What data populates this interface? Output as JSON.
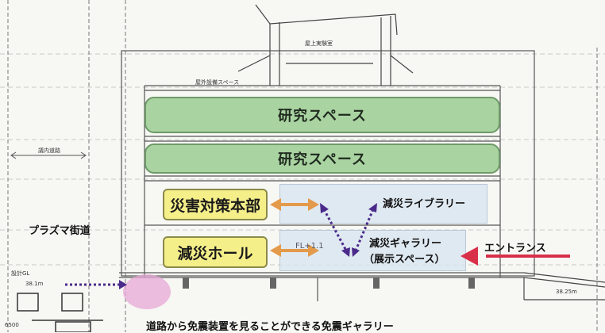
{
  "labels": {
    "rooftop_lab": "屋上実験室",
    "outdoor_equipment": "屋外設備スペース",
    "research_space_upper": "研究スペース",
    "research_space_lower": "研究スペース",
    "internal_road": "議内道路",
    "disaster_hq": "災害対策本部",
    "disaster_library": "減災ライブラリー",
    "plasma_street": "プラズマ街道",
    "disaster_hall": "減災ホール",
    "disaster_gallery": "減災ギャラリー",
    "exhibition_space": "（展示スペース）",
    "entrance": "エントランス",
    "caption": "道路から免震装置を見ることができる免震ギャラリー",
    "fl_marker": "FL+1.1",
    "level_left": "38.1m",
    "level_right": "38.25m",
    "left_small": "設計GL",
    "bottom_left": "6500"
  },
  "colors": {
    "research_band": "#a9d3a1",
    "room_fill": "#f5ef8a",
    "two_way_arrow": "#e39a4a",
    "dotted_link": "#4a2a8a",
    "entrance_arrow": "#d9304a",
    "gallery_highlight": "#e7a8d6"
  }
}
